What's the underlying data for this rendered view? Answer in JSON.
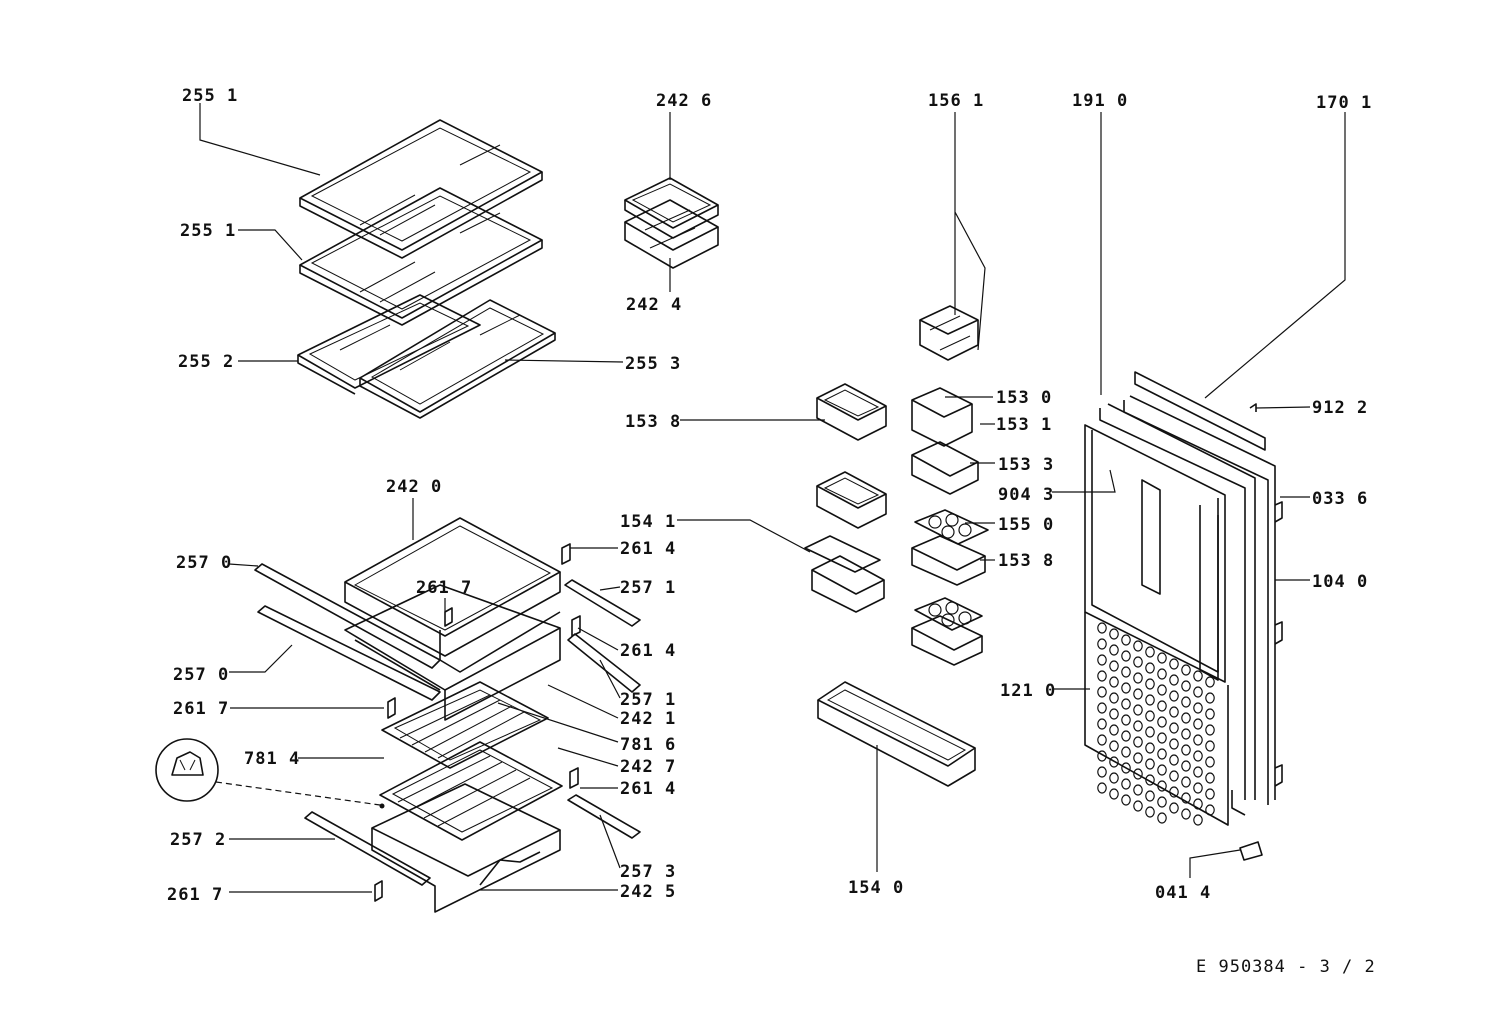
{
  "diagram": {
    "document_ref": "E 950384 - 3 / 2",
    "parts": [
      {
        "id": "p2551a",
        "label": "255 1"
      },
      {
        "id": "p2551b",
        "label": "255 1"
      },
      {
        "id": "p2552",
        "label": "255 2"
      },
      {
        "id": "p2553",
        "label": "255 3"
      },
      {
        "id": "p2426",
        "label": "242 6"
      },
      {
        "id": "p2424",
        "label": "242 4"
      },
      {
        "id": "p1561",
        "label": "156 1"
      },
      {
        "id": "p1910",
        "label": "191 0"
      },
      {
        "id": "p1701",
        "label": "170 1"
      },
      {
        "id": "p9122",
        "label": "912 2"
      },
      {
        "id": "p1530",
        "label": "153 0"
      },
      {
        "id": "p1531",
        "label": "153 1"
      },
      {
        "id": "p1538a",
        "label": "153 8"
      },
      {
        "id": "p1533",
        "label": "153 3"
      },
      {
        "id": "p9043",
        "label": "904 3"
      },
      {
        "id": "p0336",
        "label": "033 6"
      },
      {
        "id": "p1541",
        "label": "154 1"
      },
      {
        "id": "p1550",
        "label": "155 0"
      },
      {
        "id": "p1538b",
        "label": "153 8"
      },
      {
        "id": "p1040",
        "label": "104 0"
      },
      {
        "id": "p1210",
        "label": "121 0"
      },
      {
        "id": "p1540",
        "label": "154 0"
      },
      {
        "id": "p0414",
        "label": "041 4"
      },
      {
        "id": "p2420",
        "label": "242 0"
      },
      {
        "id": "p2614a",
        "label": "261 4"
      },
      {
        "id": "p2570a",
        "label": "257 0"
      },
      {
        "id": "p2617a",
        "label": "261 7"
      },
      {
        "id": "p2571a",
        "label": "257 1"
      },
      {
        "id": "p2614b",
        "label": "261 4"
      },
      {
        "id": "p2570b",
        "label": "257 0"
      },
      {
        "id": "p2571b",
        "label": "257 1"
      },
      {
        "id": "p2617b",
        "label": "261 7"
      },
      {
        "id": "p2421",
        "label": "242 1"
      },
      {
        "id": "p7814",
        "label": "781 4"
      },
      {
        "id": "p7816",
        "label": "781 6"
      },
      {
        "id": "p2427",
        "label": "242 7"
      },
      {
        "id": "p2614c",
        "label": "261 4"
      },
      {
        "id": "p2572",
        "label": "257 2"
      },
      {
        "id": "p2573",
        "label": "257 3"
      },
      {
        "id": "p2617c",
        "label": "261 7"
      },
      {
        "id": "p2425",
        "label": "242 5"
      }
    ]
  }
}
